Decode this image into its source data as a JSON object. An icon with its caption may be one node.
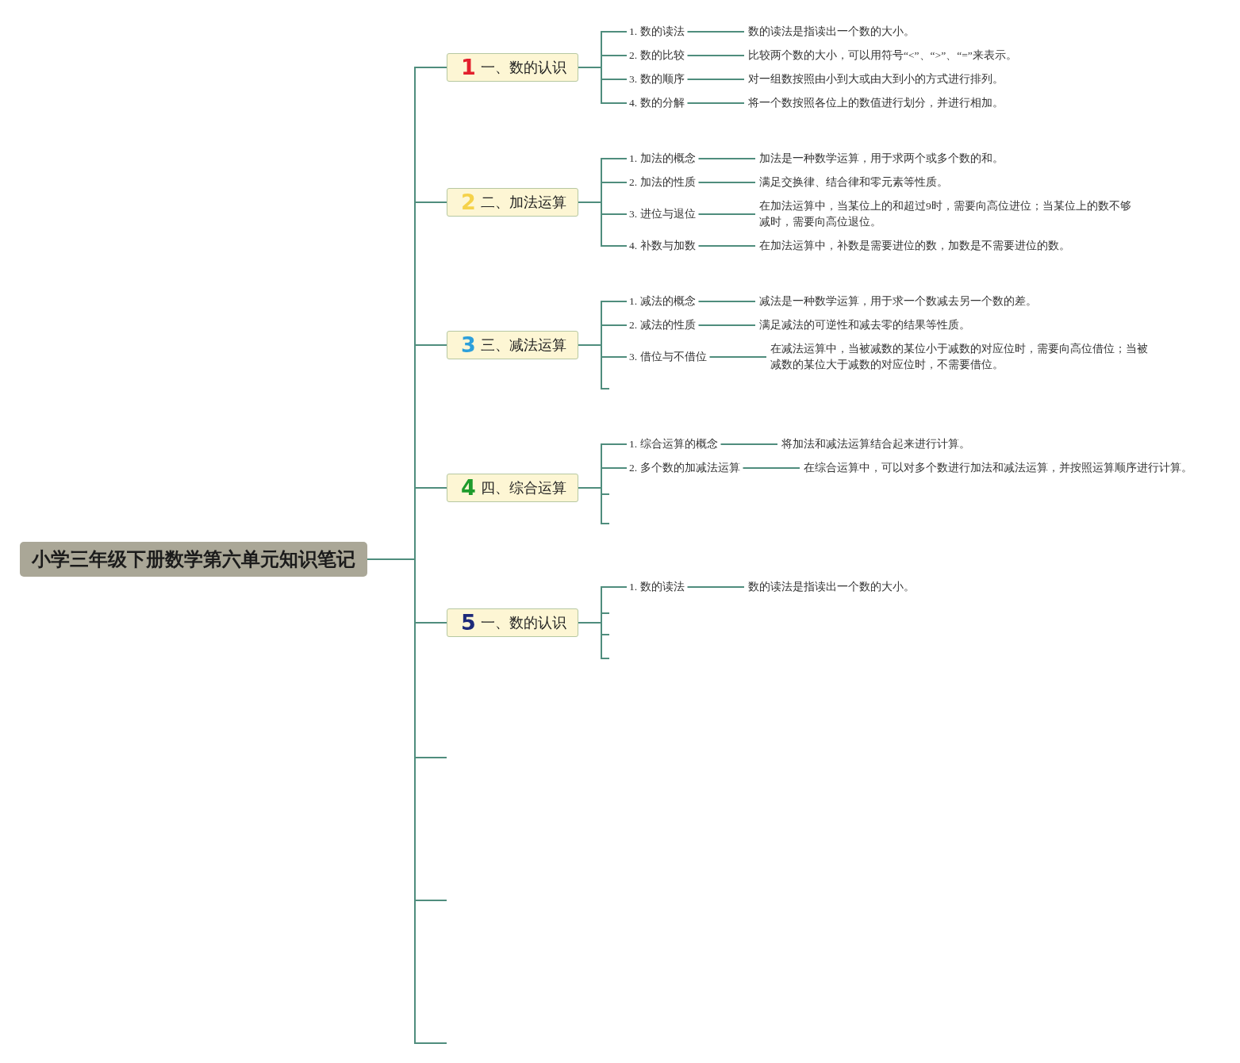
{
  "diagram": {
    "nodes": [
      {
        "text": [
          "小学三年级下册数学第六单元知识笔记"
        ]
      },
      {
        "text": [
          "1",
          "一、数的认识"
        ]
      },
      {
        "text": [
          "1. 数的读法"
        ]
      },
      {
        "text": [
          "数的读法是指读出一个数的大小。"
        ]
      },
      {
        "text": [
          "2. 数的比较"
        ]
      },
      {
        "text": [
          "比较两个数的大小，可以用符号“<”、“>”、“=”来表示。"
        ]
      },
      {
        "text": [
          "3. 数的顺序"
        ]
      },
      {
        "text": [
          "对一组数按照由小到大或由大到小的方式进行排列。"
        ]
      },
      {
        "text": [
          "4. 数的分解"
        ]
      },
      {
        "text": [
          "将一个数按照各位上的数值进行划分，并进行相加。"
        ]
      },
      {
        "text": [
          "2",
          "二、加法运算"
        ]
      },
      {
        "text": [
          "1. 加法的概念"
        ]
      },
      {
        "text": [
          "加法是一种数学运算，用于求两个或多个数的和。"
        ]
      },
      {
        "text": [
          "2. 加法的性质"
        ]
      },
      {
        "text": [
          "满足交换律、结合律和零元素等性质。"
        ]
      },
      {
        "text": [
          "3. 进位与退位"
        ]
      },
      {
        "text": [
          "在加法运算中，当某位上的和超过9时，需要向高位进位；当某位上的数不够减时，需要向高位退位。"
        ]
      },
      {
        "text": [
          "4. 补数与加数"
        ]
      },
      {
        "text": [
          "在加法运算中，补数是需要进位的数，加数是不需要进位的数。"
        ]
      },
      {
        "text": [
          "3",
          "三、减法运算"
        ]
      },
      {
        "text": [
          "1. 减法的概念"
        ]
      },
      {
        "text": [
          "减法是一种数学运算，用于求一个数减去另一个数的差。"
        ]
      },
      {
        "text": [
          "2. 减法的性质"
        ]
      },
      {
        "text": [
          "满足减法的可逆性和减去零的结果等性质。"
        ]
      },
      {
        "text": [
          "3. 借位与不借位"
        ]
      },
      {
        "text": [
          "在减法运算中，当被减数的某位小于减数的对应位时，需要向高位借位；当被减数的某位大于减数的对应位时，不需要借位。"
        ]
      },
      {
        "text": [
          "4",
          "四、综合运算"
        ]
      },
      {
        "text": [
          "1. 综合运算的概念"
        ]
      },
      {
        "text": [
          "将加法和减法运算结合起来进行计算。"
        ]
      },
      {
        "text": [
          "2. 多个数的加减法运算"
        ]
      },
      {
        "text": [
          "在综合运算中，可以对多个数进行加法和减法运算，并按照运算顺序进行计算。"
        ]
      },
      {
        "text": [
          "5",
          "一、数的认识"
        ]
      },
      {
        "text": [
          "1. 数的读法"
        ]
      },
      {
        "text": [
          "数的读法是指读出一个数的大小。"
        ]
      }
    ],
    "edges": [
      {
        "from": 0,
        "to": 1,
        "arrow": "none"
      },
      {
        "from": 1,
        "to": 2,
        "arrow": "none"
      },
      {
        "from": 2,
        "to": 3,
        "arrow": "none"
      },
      {
        "from": 1,
        "to": 4,
        "arrow": "none"
      },
      {
        "from": 4,
        "to": 5,
        "arrow": "none"
      },
      {
        "from": 1,
        "to": 6,
        "arrow": "none"
      },
      {
        "from": 6,
        "to": 7,
        "arrow": "none"
      },
      {
        "from": 1,
        "to": 8,
        "arrow": "none"
      },
      {
        "from": 8,
        "to": 9,
        "arrow": "none"
      },
      {
        "from": 0,
        "to": 10,
        "arrow": "none"
      },
      {
        "from": 10,
        "to": 11,
        "arrow": "none"
      },
      {
        "from": 11,
        "to": 12,
        "arrow": "none"
      },
      {
        "from": 10,
        "to": 13,
        "arrow": "none"
      },
      {
        "from": 13,
        "to": 14,
        "arrow": "none"
      },
      {
        "from": 10,
        "to": 15,
        "arrow": "none"
      },
      {
        "from": 15,
        "to": 16,
        "arrow": "none"
      },
      {
        "from": 10,
        "to": 17,
        "arrow": "none"
      },
      {
        "from": 17,
        "to": 18,
        "arrow": "none"
      },
      {
        "from": 0,
        "to": 19,
        "arrow": "none"
      },
      {
        "from": 19,
        "to": 20,
        "arrow": "none"
      },
      {
        "from": 20,
        "to": 21,
        "arrow": "none"
      },
      {
        "from": 19,
        "to": 22,
        "arrow": "none"
      },
      {
        "from": 22,
        "to": 23,
        "arrow": "none"
      },
      {
        "from": 19,
        "to": 24,
        "arrow": "none"
      },
      {
        "from": 24,
        "to": 25,
        "arrow": "none"
      },
      {
        "from": 19,
        "to": null,
        "arrow": "none"
      },
      {
        "from": 0,
        "to": 26,
        "arrow": "none"
      },
      {
        "from": 26,
        "to": 27,
        "arrow": "none"
      },
      {
        "from": 27,
        "to": 28,
        "arrow": "none"
      },
      {
        "from": 26,
        "to": 29,
        "arrow": "none"
      },
      {
        "from": 29,
        "to": 30,
        "arrow": "none"
      },
      {
        "from": 26,
        "to": null,
        "arrow": "none"
      },
      {
        "from": 26,
        "to": null,
        "arrow": "none"
      },
      {
        "from": 0,
        "to": 31,
        "arrow": "none"
      },
      {
        "from": 31,
        "to": 32,
        "arrow": "none"
      },
      {
        "from": 32,
        "to": 33,
        "arrow": "none"
      },
      {
        "from": 31,
        "to": null,
        "arrow": "none"
      },
      {
        "from": 31,
        "to": null,
        "arrow": "none"
      },
      {
        "from": 31,
        "to": null,
        "arrow": "none"
      },
      {
        "from": 0,
        "to": null,
        "arrow": "none"
      },
      {
        "from": 0,
        "to": null,
        "arrow": "none"
      },
      {
        "from": 0,
        "to": null,
        "arrow": "none"
      }
    ]
  }
}
